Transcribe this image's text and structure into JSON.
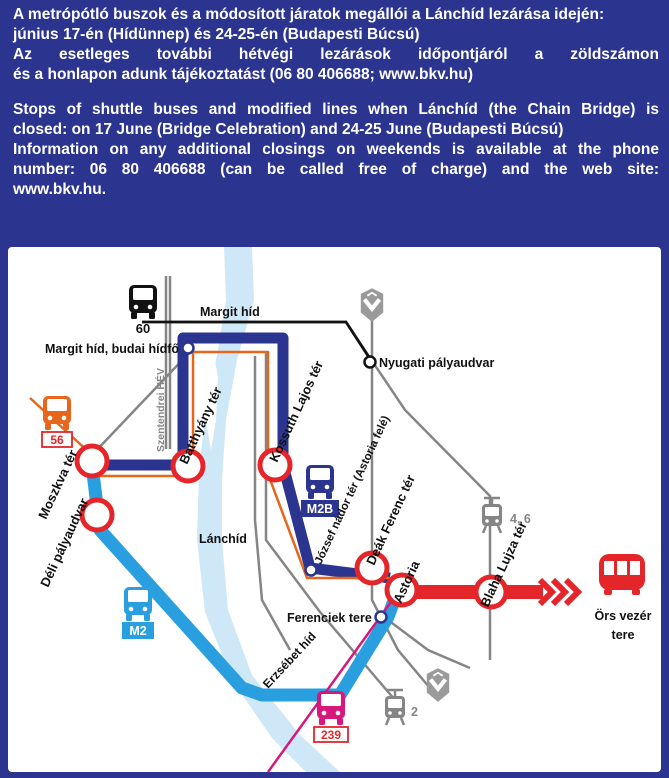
{
  "notice": {
    "hu": {
      "line1": "A metrópótló buszok és a módosított járatok megállói a Lánchíd lezárása idején:",
      "line2": "június 17-én (Hídünnep) és 24-25-én (Budapesti Búcsú)",
      "line3": "Az esetleges további hétvégi lezárások időpontjáról a zöldszámon",
      "line4": "és a honlapon adunk tájékoztatást (06 80 406688; www.bkv.hu)"
    },
    "en": {
      "line1": "Stops of shuttle buses and modified lines when Lánchíd (the Chain Bridge) is",
      "line2": "closed: on 17 June (Bridge Celebration) and 24-25 June (Budapesti Búcsú)",
      "line3": "Information on any additional closings on weekends is available at the phone",
      "line4": "number: 06 80 406688 (can be called free of charge) and the web site:",
      "line5": "www.bkv.hu."
    }
  },
  "map": {
    "streets": {
      "margit_hid": "Margit híd",
      "lanchid": "Lánchíd",
      "erzsebet_hid": "Erzsébet híd",
      "szentendrei_hev": "Szentendrei HÉV"
    },
    "stops": {
      "margit_budai": "Margit híd, budai hídfő",
      "nyugati": "Nyugati pályaudvar",
      "batthyany": "Batthyány tér",
      "kossuth": "Kossuth Lajos tér",
      "moszkva": "Moszkva tér",
      "deli": "Déli pályaudvar",
      "jozsef_nador": "József nádor tér (Astoria felé)",
      "deak": "Deák Ferenc tér",
      "astoria": "Astoria",
      "blaha": "Blaha Lujza tér",
      "ferenciek": "Ferenciek tere",
      "ors_line1": "Örs vezér",
      "ors_line2": "tere"
    },
    "routes": {
      "bus60": "60",
      "bus56": "56",
      "m2b": "M2B",
      "m2": "M2",
      "tram46": "4, 6",
      "tram2": "2",
      "bus239": "239",
      "metro3_top": "3",
      "metro3_bottom": "3"
    },
    "colors": {
      "background": "#2b3590",
      "water": "#cfe8f7",
      "navy_route": "#2b3590",
      "m2_route": "#2a9fe0",
      "orange_route": "#e8661c",
      "red_route": "#e4262b",
      "tram_grey": "#858585",
      "bus_239": "#d8177d"
    }
  }
}
